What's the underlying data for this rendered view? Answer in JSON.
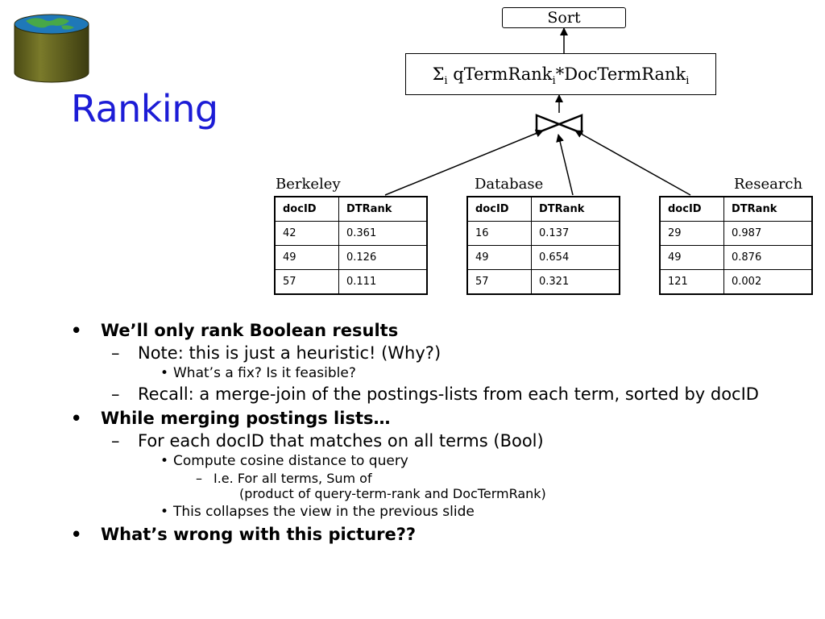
{
  "slide": {
    "title": "Ranking"
  },
  "diagram": {
    "sort_label": "Sort",
    "formula": {
      "sigma": "Σ",
      "sub_i": "i",
      "part1": " qTermRank",
      "part2": "*DocTermRank"
    },
    "join_symbol": "bowtie",
    "terms": [
      {
        "label": "Berkeley",
        "headers": [
          "docID",
          "DTRank"
        ],
        "rows": [
          [
            "42",
            "0.361"
          ],
          [
            "49",
            "0.126"
          ],
          [
            "57",
            "0.111"
          ]
        ]
      },
      {
        "label": "Database",
        "headers": [
          "docID",
          "DTRank"
        ],
        "rows": [
          [
            "16",
            "0.137"
          ],
          [
            "49",
            "0.654"
          ],
          [
            "57",
            "0.321"
          ]
        ]
      },
      {
        "label": "Research",
        "headers": [
          "docID",
          "DTRank"
        ],
        "rows": [
          [
            "29",
            "0.987"
          ],
          [
            "49",
            "0.876"
          ],
          [
            "121",
            "0.002"
          ]
        ]
      }
    ]
  },
  "bullets": {
    "b1": "We’ll only rank Boolean results",
    "b1_1": "Note: this is just a heuristic! (Why?)",
    "b1_1_1": "What’s a fix?  Is it feasible?",
    "b1_2": "Recall: a merge-join of the postings-lists from each term, sorted by docID",
    "b2": "While merging postings lists…",
    "b2_1": "For each docID that matches on all terms (Bool)",
    "b2_1_1": "Compute cosine distance to query",
    "b2_1_1_1a": "I.e. For all terms, Sum of",
    "b2_1_1_1b": "(product of query-term-rank and DocTermRank)",
    "b2_1_2": "This collapses the view in the previous slide",
    "b3": "What’s wrong with this picture??"
  },
  "markers": {
    "bullet": "•",
    "dash": "–"
  },
  "colors": {
    "title": "#1c1cd6",
    "logo_top": "#1e6fb0",
    "logo_land": "#3c9a3c",
    "logo_side": "#5a5a1e"
  }
}
